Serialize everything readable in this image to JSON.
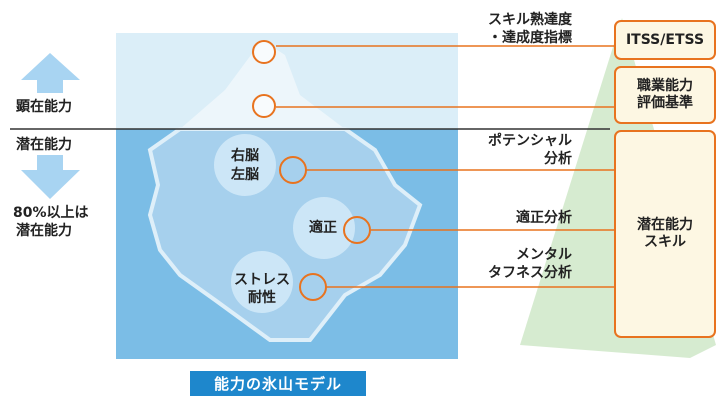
{
  "colors": {
    "accent": "#e8731f",
    "sky": "#dbeef8",
    "water": "#7bbde6",
    "arrow": "#a8d4f2",
    "cone": "#cfe8c8",
    "box_fill": "#fdf7e3",
    "caption_bg": "#1e87cc"
  },
  "left_labels": {
    "manifest": "顕在能力",
    "latent": "潜在能力",
    "ratio_line1": "80%以上は",
    "ratio_line2": "潜在能力"
  },
  "bubbles": {
    "brain_line1": "右脳",
    "brain_line2": "左脳",
    "aptitude": "適正",
    "stress_line1": "ストレス",
    "stress_line2": "耐性"
  },
  "middle_labels": {
    "skill_line1": "スキル熟達度",
    "skill_line2": "・達成度指標",
    "potential_line1": "ポテンシャル",
    "potential_line2": "分析",
    "aptitude_analysis": "適正分析",
    "mental_line1": "メンタル",
    "mental_line2": "タフネス分析"
  },
  "boxes": {
    "itss": "ITSS/ETSS",
    "job_line1": "職業能力",
    "job_line2": "評価基準",
    "latent_line1": "潜在能力",
    "latent_line2": "スキル"
  },
  "caption": "能力の氷山モデル"
}
